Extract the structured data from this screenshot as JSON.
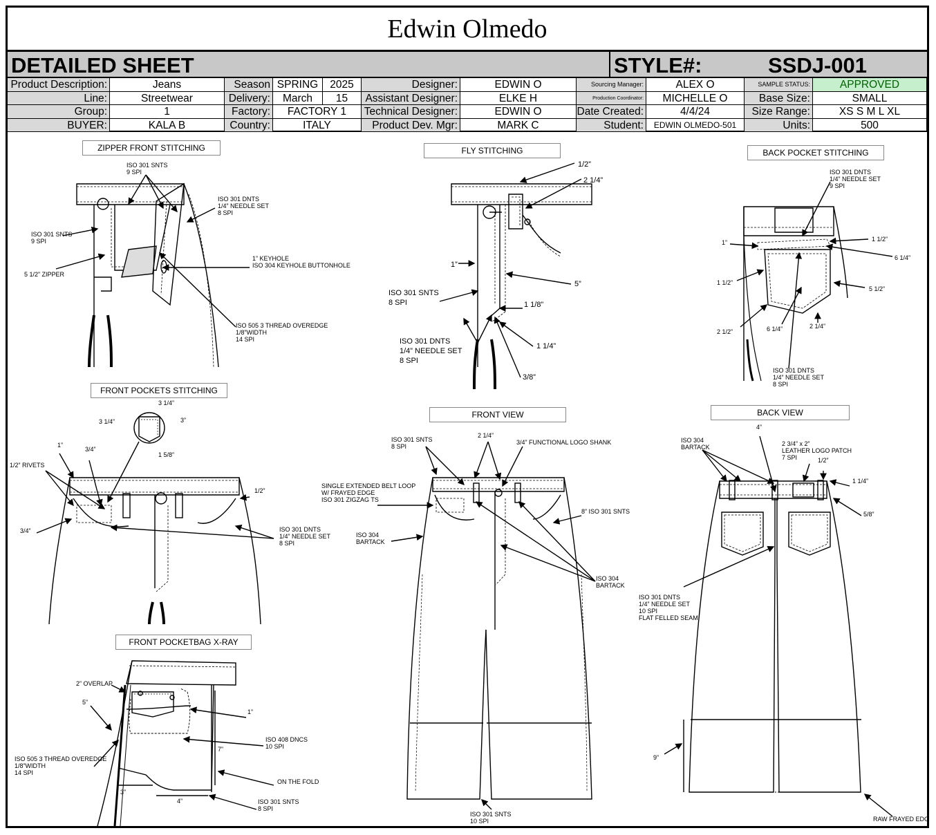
{
  "header": {
    "name": "Edwin Olmedo",
    "sheet_title": "DETAILED SHEET",
    "style_label": "STYLE#:",
    "style_number": "SSDJ-001"
  },
  "info": {
    "row1": [
      "Product Description:",
      "Jeans",
      "Season",
      "SPRING",
      "2025",
      "Designer:",
      "EDWIN O",
      "Sourcing Manager:",
      "ALEX O",
      "SAMPLE STATUS:",
      "APPROVED"
    ],
    "row2": [
      "Line:",
      "Streetwear",
      "Delivery:",
      "March",
      "15",
      "Assistant Designer:",
      "ELKE H",
      "Production Coordinator:",
      "MICHELLE O",
      "Base Size:",
      "SMALL"
    ],
    "row3": [
      "Group:",
      "1",
      "Factory:",
      "FACTORY 1",
      "Technical Designer:",
      "EDWIN O",
      "Date Created:",
      "4/4/24",
      "Size Range:",
      "XS S M L XL"
    ],
    "row4": [
      "BUYER:",
      "KALA B",
      "Country:",
      "ITALY",
      "Product Dev. Mgr:",
      "MARK C",
      "Student:",
      "EDWIN OLMEDO-501",
      "Units:",
      "500"
    ]
  },
  "panels": {
    "zipper": {
      "title": "ZIPPER FRONT STITCHING",
      "notes": [
        "ISO 301 SNTS\n9 SPI",
        "ISO 301 DNTS\n1/4” NEEDLE SET\n8 SPI",
        "ISO 301 SNTS\n9 SPI",
        "5 1/2” ZIPPER",
        "1” KEYHOLE\nISO 304 KEYHOLE BUTTONHOLE",
        "ISO 505 3 THREAD OVEREDGE\n1/8”WIDTH\n14 SPI"
      ]
    },
    "fly": {
      "title": "FLY STITCHING",
      "notes": [
        "1/2”",
        "2 1/4”",
        "1”",
        "5”",
        "ISO 301 SNTS\n8 SPI",
        "1 1/8”",
        "ISO 301 DNTS\n1/4” NEEDLE SET\n8 SPI",
        "1 1/4”",
        "3/8”"
      ]
    },
    "back_pocket": {
      "title": "BACK POCKET STITCHING",
      "notes": [
        "ISO 301 DNTS\n1/4” NEEDLE SET\n9 SPI",
        "1”",
        "1 1/2”",
        "6 1/4”",
        "1 1/2”",
        "5 1/2”",
        "2 1/2”",
        "6 1/4”",
        "2 1/4”",
        "ISO 301 DNTS\n1/4” NEEDLE SET\n8 SPI"
      ]
    },
    "front_pockets": {
      "title": "FRONT POCKETS STITCHING",
      "notes": [
        "3 1/4”",
        "3 1/4”",
        "3”",
        "1 5/8”",
        "1”",
        "3/4”",
        "1/2” RIVETS",
        "1/2”",
        "3/4”",
        "ISO 301 DNTS\n1/4” NEEDLE SET\n8 SPI"
      ]
    },
    "front_view": {
      "title": "FRONT VIEW",
      "notes": [
        "ISO 301 SNTS\n8 SPI",
        "2 1/4”",
        "3/4” FUNCTIONAL LOGO SHANK",
        "SINGLE EXTENDED BELT LOOP\nW/ FRAYED EDGE\nISO 301 ZIGZAG TS",
        "8” ISO 301 SNTS",
        "ISO 304\nBARTACK",
        "ISO 304\nBARTACK",
        "ISO 301 SNTS\n10 SPI"
      ]
    },
    "back_view": {
      "title": "BACK VIEW",
      "notes": [
        "ISO 304\nBARTACK",
        "4”",
        "2 3/4” x 2”\nLEATHER LOGO PATCH\n7 SPI",
        "1/2”",
        "1 1/4”",
        "5/8”",
        "ISO 301 DNTS\n1/4” NEEDLE SET\n10 SPI\nFLAT FELLED SEAM",
        "9”",
        "RAW FRAYED EDGE"
      ]
    },
    "pocketbag": {
      "title": "FRONT POCKETBAG X-RAY",
      "notes": [
        "2” OVERLAP",
        "5”",
        "1”",
        "ISO 408 DNCS\n10 SPI",
        "7”",
        "ISO 505 3 THREAD OVEREDGE\n1/8”WIDTH\n14 SPI",
        "ON THE FOLD",
        "3”",
        "4”",
        "ISO 301 SNTS\n8 SPI"
      ]
    }
  }
}
